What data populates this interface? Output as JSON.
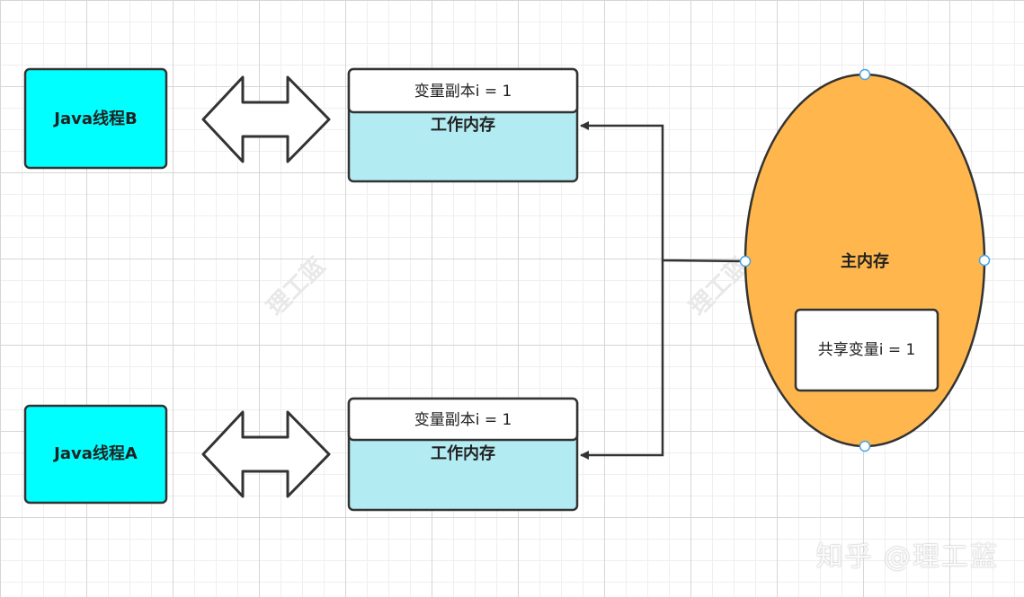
{
  "colors": {
    "thread_fill": "#00ffff",
    "memory_body_fill": "#b2ebf2",
    "main_memory_fill": "#ffb74d",
    "stroke": "#333333",
    "connector_handle": "#4aa3df"
  },
  "thread_b": {
    "label": "Java线程B"
  },
  "thread_a": {
    "label": "Java线程A"
  },
  "work_memory_top": {
    "header": "变量副本i = 1",
    "label": "工作内存"
  },
  "work_memory_bottom": {
    "header": "变量副本i = 1",
    "label": "工作内存"
  },
  "main_memory": {
    "label": "主内存",
    "shared_variable": "共享变量i = 1"
  },
  "watermarks": {
    "center": "理工蓝",
    "right": "理工蓝"
  },
  "footer": {
    "brand": "知乎 @理工蓝"
  }
}
